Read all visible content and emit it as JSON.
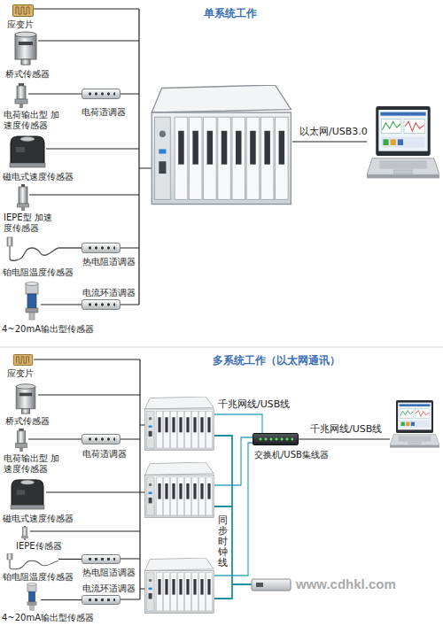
{
  "diagram": {
    "nodes": [
      {
        "text": [
          "应变片"
        ]
      },
      {
        "text": [
          "桥式传感器"
        ]
      },
      {
        "text": [
          "电荷输出型 加速度传感器"
        ]
      },
      {
        "text": [
          "电荷适调器"
        ]
      },
      {
        "text": [
          "磁电式速度传感器"
        ]
      },
      {
        "text": [
          "IEPE型 加速度传感器"
        ]
      },
      {
        "text": [
          "铂电阻温度传感器"
        ]
      },
      {
        "text": [
          "热电阻适调器"
        ]
      },
      {
        "text": [
          "4~20mA输出型传感器"
        ]
      },
      {
        "text": [
          "电流环适调器"
        ]
      },
      {
        "text": [
          "应变片"
        ]
      },
      {
        "text": [
          "桥式传感器"
        ]
      },
      {
        "text": [
          "电荷输出型 加速度传感器"
        ]
      },
      {
        "text": [
          "电荷适调器"
        ]
      },
      {
        "text": [
          "磁电式速度传感器"
        ]
      },
      {
        "text": [
          "IEPE传感器"
        ]
      },
      {
        "text": [
          "铂电阻温度传感器"
        ]
      },
      {
        "text": [
          "热电阻适调器"
        ]
      },
      {
        "text": [
          "4~20mA输出型传感器"
        ]
      },
      {
        "text": [
          "电流环适调器"
        ]
      },
      {
        "text": [
          "交换机/USB集线器"
        ]
      }
    ],
    "edges": [
      {
        "from": 2,
        "to": 3,
        "arrow": "none"
      },
      {
        "from": 6,
        "to": 7,
        "arrow": "none"
      },
      {
        "from": 8,
        "to": 9,
        "arrow": "none"
      },
      {
        "from": 12,
        "to": 13,
        "arrow": "none"
      },
      {
        "from": 16,
        "to": 17,
        "arrow": "none"
      },
      {
        "from": 18,
        "to": 19,
        "arrow": "none"
      }
    ],
    "labels": [
      "单系统工作",
      "以太网/USB3.0",
      "多系统工作（以太网通讯）",
      "千兆网线/USB线",
      "千兆网线/USB线",
      "同步时钟线",
      "www.cdhkl.com"
    ]
  }
}
